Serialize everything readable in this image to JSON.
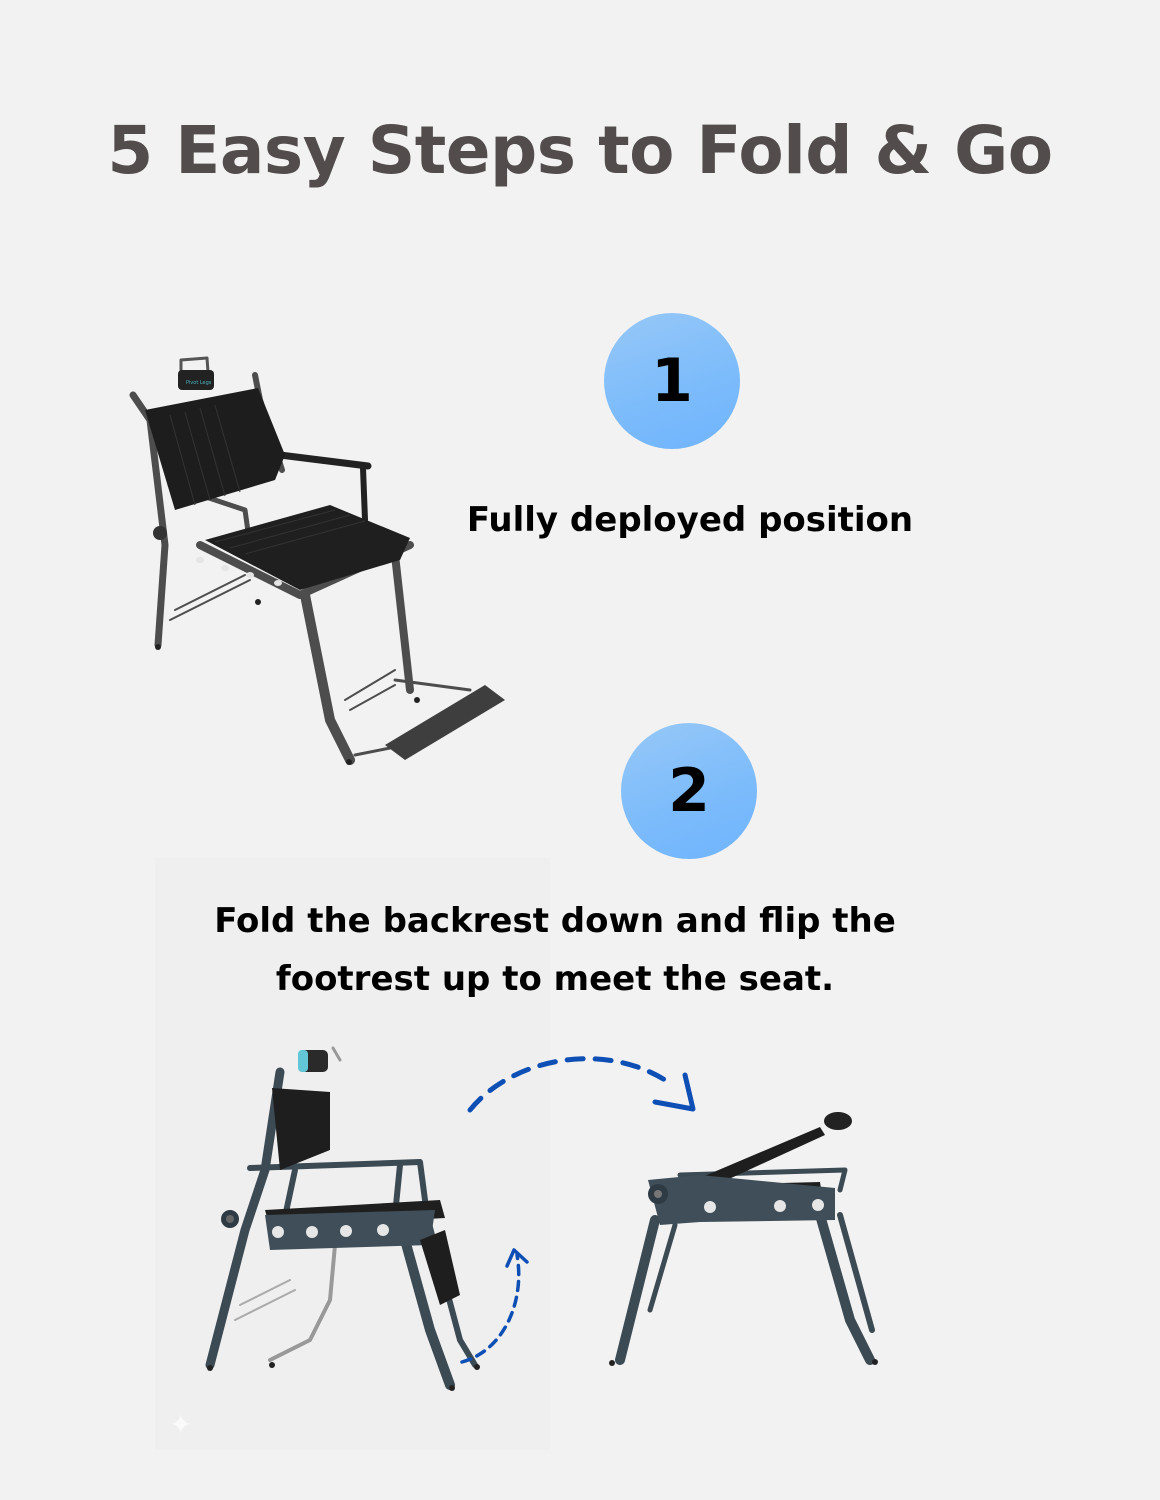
{
  "page": {
    "title": "5 Easy Steps to Fold & Go",
    "background_color": "#f2f2f2",
    "title_color": "#524c4c",
    "accent_color": "#7dbcfb",
    "arrow_color": "#0d4fb5"
  },
  "steps": [
    {
      "number": "1",
      "caption": "Fully deployed position",
      "image": "chair-fully-deployed"
    },
    {
      "number": "2",
      "caption_line1": "Fold the backrest down and flip the",
      "caption_line2": "footrest up to meet the seat.",
      "images": [
        "chair-partially-folded",
        "chair-backrest-folded"
      ],
      "arrows": [
        "footrest-flip-arrow",
        "transition-arrow"
      ]
    }
  ]
}
